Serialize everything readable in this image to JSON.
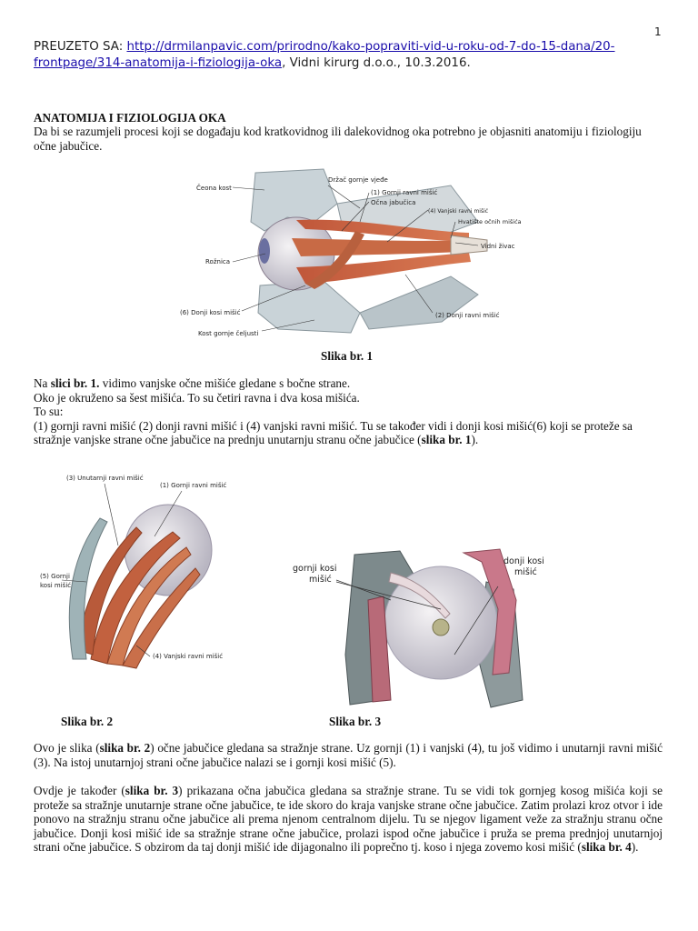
{
  "page_number": "1",
  "source": {
    "prefix": "PREUZETO SA: ",
    "url": "http://drmilanpavic.com/prirodno/kako-popraviti-vid-u-roku-od-7-do-15-dana/20-frontpage/314-anatomija-i-fiziologija-oka",
    "suffix": ", Vidni kirurg d.o.o., 10.3.2016."
  },
  "title": "ANATOMIJA I FIZIOLOGIJA OKA",
  "intro": "Da bi se razumjeli procesi koji se događaju kod kratkovidnog ili dalekovidnog oka potrebno je objasniti anatomiju i fiziologiju očne jabučice.",
  "figure1": {
    "caption": "Slika br. 1",
    "labels": {
      "ceona_kost": "Čeona kost",
      "drzac": "Držač gornje vjeđe",
      "gornji_ravni": "(1) Gornji ravni mišić",
      "ocna_jabucica": "Očna jabučica",
      "vanjski_ravni": "(4) Vanjski ravni mišić",
      "hvatiste": "Hvatište očnih mišića",
      "vidni_zivac": "Vidni živac",
      "roznica": "Rožnica",
      "donji_kosi": "(6) Donji kosi mišić",
      "donji_ravni": "(2) Donji ravni mišić",
      "kost_celjusti": "Kost gornje čeljusti"
    }
  },
  "para1": {
    "l1_a": "Na ",
    "l1_b": "slici br. 1.",
    "l1_c": " vidimo vanjske očne mišiće gledane s bočne strane.",
    "l2": "Oko je okruženo sa šest mišića. To su četiri ravna i dva kosa mišića.",
    "l3": "To su:",
    "l4": "(1) gornji ravni mišić (2) donji ravni mišić i (4) vanjski ravni mišić. Tu se također vidi i donji kosi mišić(6) koji se proteže sa stražnje vanjske strane očne jabučice na prednju unutarnju stranu očne jabučice (",
    "l4_bold": "slika br. 1",
    "l4_end": ")."
  },
  "figure2": {
    "caption": "Slika br. 2",
    "labels": {
      "unutarnji": "(3) Unutarnji ravni mišić",
      "gornji": "(1) Gornji ravni mišić",
      "gornji_kosi_1": "(5) Gornji",
      "gornji_kosi_2": "kosi mišić",
      "vanjski": "(4) Vanjski ravni mišić"
    }
  },
  "figure3": {
    "caption": "Slika br. 3",
    "labels": {
      "gornji_1": "gornji kosi",
      "gornji_2": "mišić",
      "donji_1": "donji kosi",
      "donji_2": "mišić"
    }
  },
  "para2": {
    "a": "Ovo je slika (",
    "b": "slika br. 2",
    "c": ") očne jabučice gledana sa stražnje strane. Uz gornji (1) i vanjski (4), tu još vidimo i unutarnji ravni mišić (3). Na istoj unutarnjoj strani očne jabučice nalazi se i gornji kosi mišić (5)."
  },
  "para3": {
    "a": "Ovdje je također (",
    "b": "slika br. 3",
    "c": ") prikazana očna jabučica gledana sa stražnje strane. Tu se vidi tok gornjeg kosog mišića koji se proteže sa stražnje unutarnje strane očne jabučice, te ide skoro do kraja vanjske strane očne jabučice. Zatim prolazi kroz otvor i ide ponovo na stražnju stranu očne jabučice ali prema njenom centralnom dijelu. Tu se njegov ligament veže za stražnju stranu očne jabučice. Donji kosi mišić ide sa stražnje strane očne jabučice, prolazi ispod očne jabučice i pruža se prema prednjoj unutarnjoj strani očne jabučice. S obzirom da taj donji mišić ide dijagonalno ili poprečno tj. koso i njega zovemo kosi mišić (",
    "d": "slika br. 4",
    "e": ")."
  }
}
